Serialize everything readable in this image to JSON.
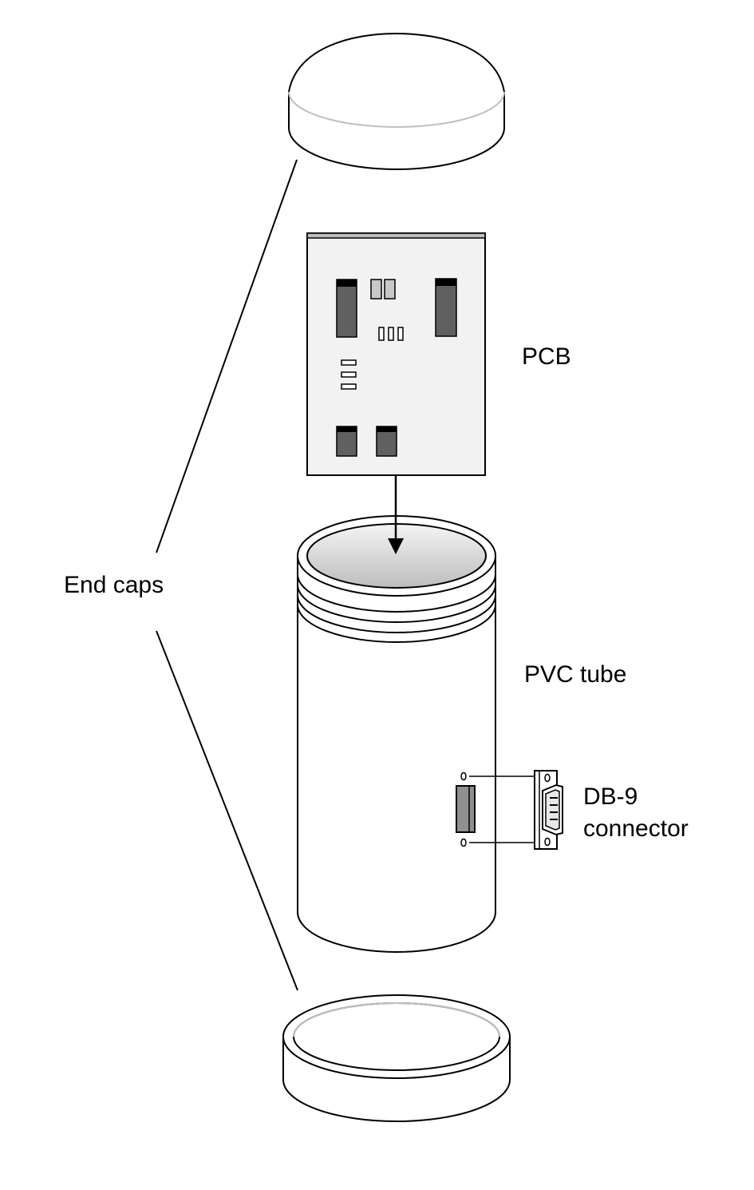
{
  "labels": {
    "end_caps": "End caps",
    "pcb": "PCB",
    "pvc_tube": "PVC tube",
    "db9_line1": "DB-9",
    "db9_line2": "connector"
  },
  "colors": {
    "stroke": "#000000",
    "board": "#f2f2f2",
    "chip": "#606060",
    "chip_top": "#000000",
    "small_part": "#c8c8c8",
    "light_line": "#c0c0c0",
    "tube_inner_light": "#f4f4f4",
    "tube_inner_dark": "#bdbdbd"
  }
}
